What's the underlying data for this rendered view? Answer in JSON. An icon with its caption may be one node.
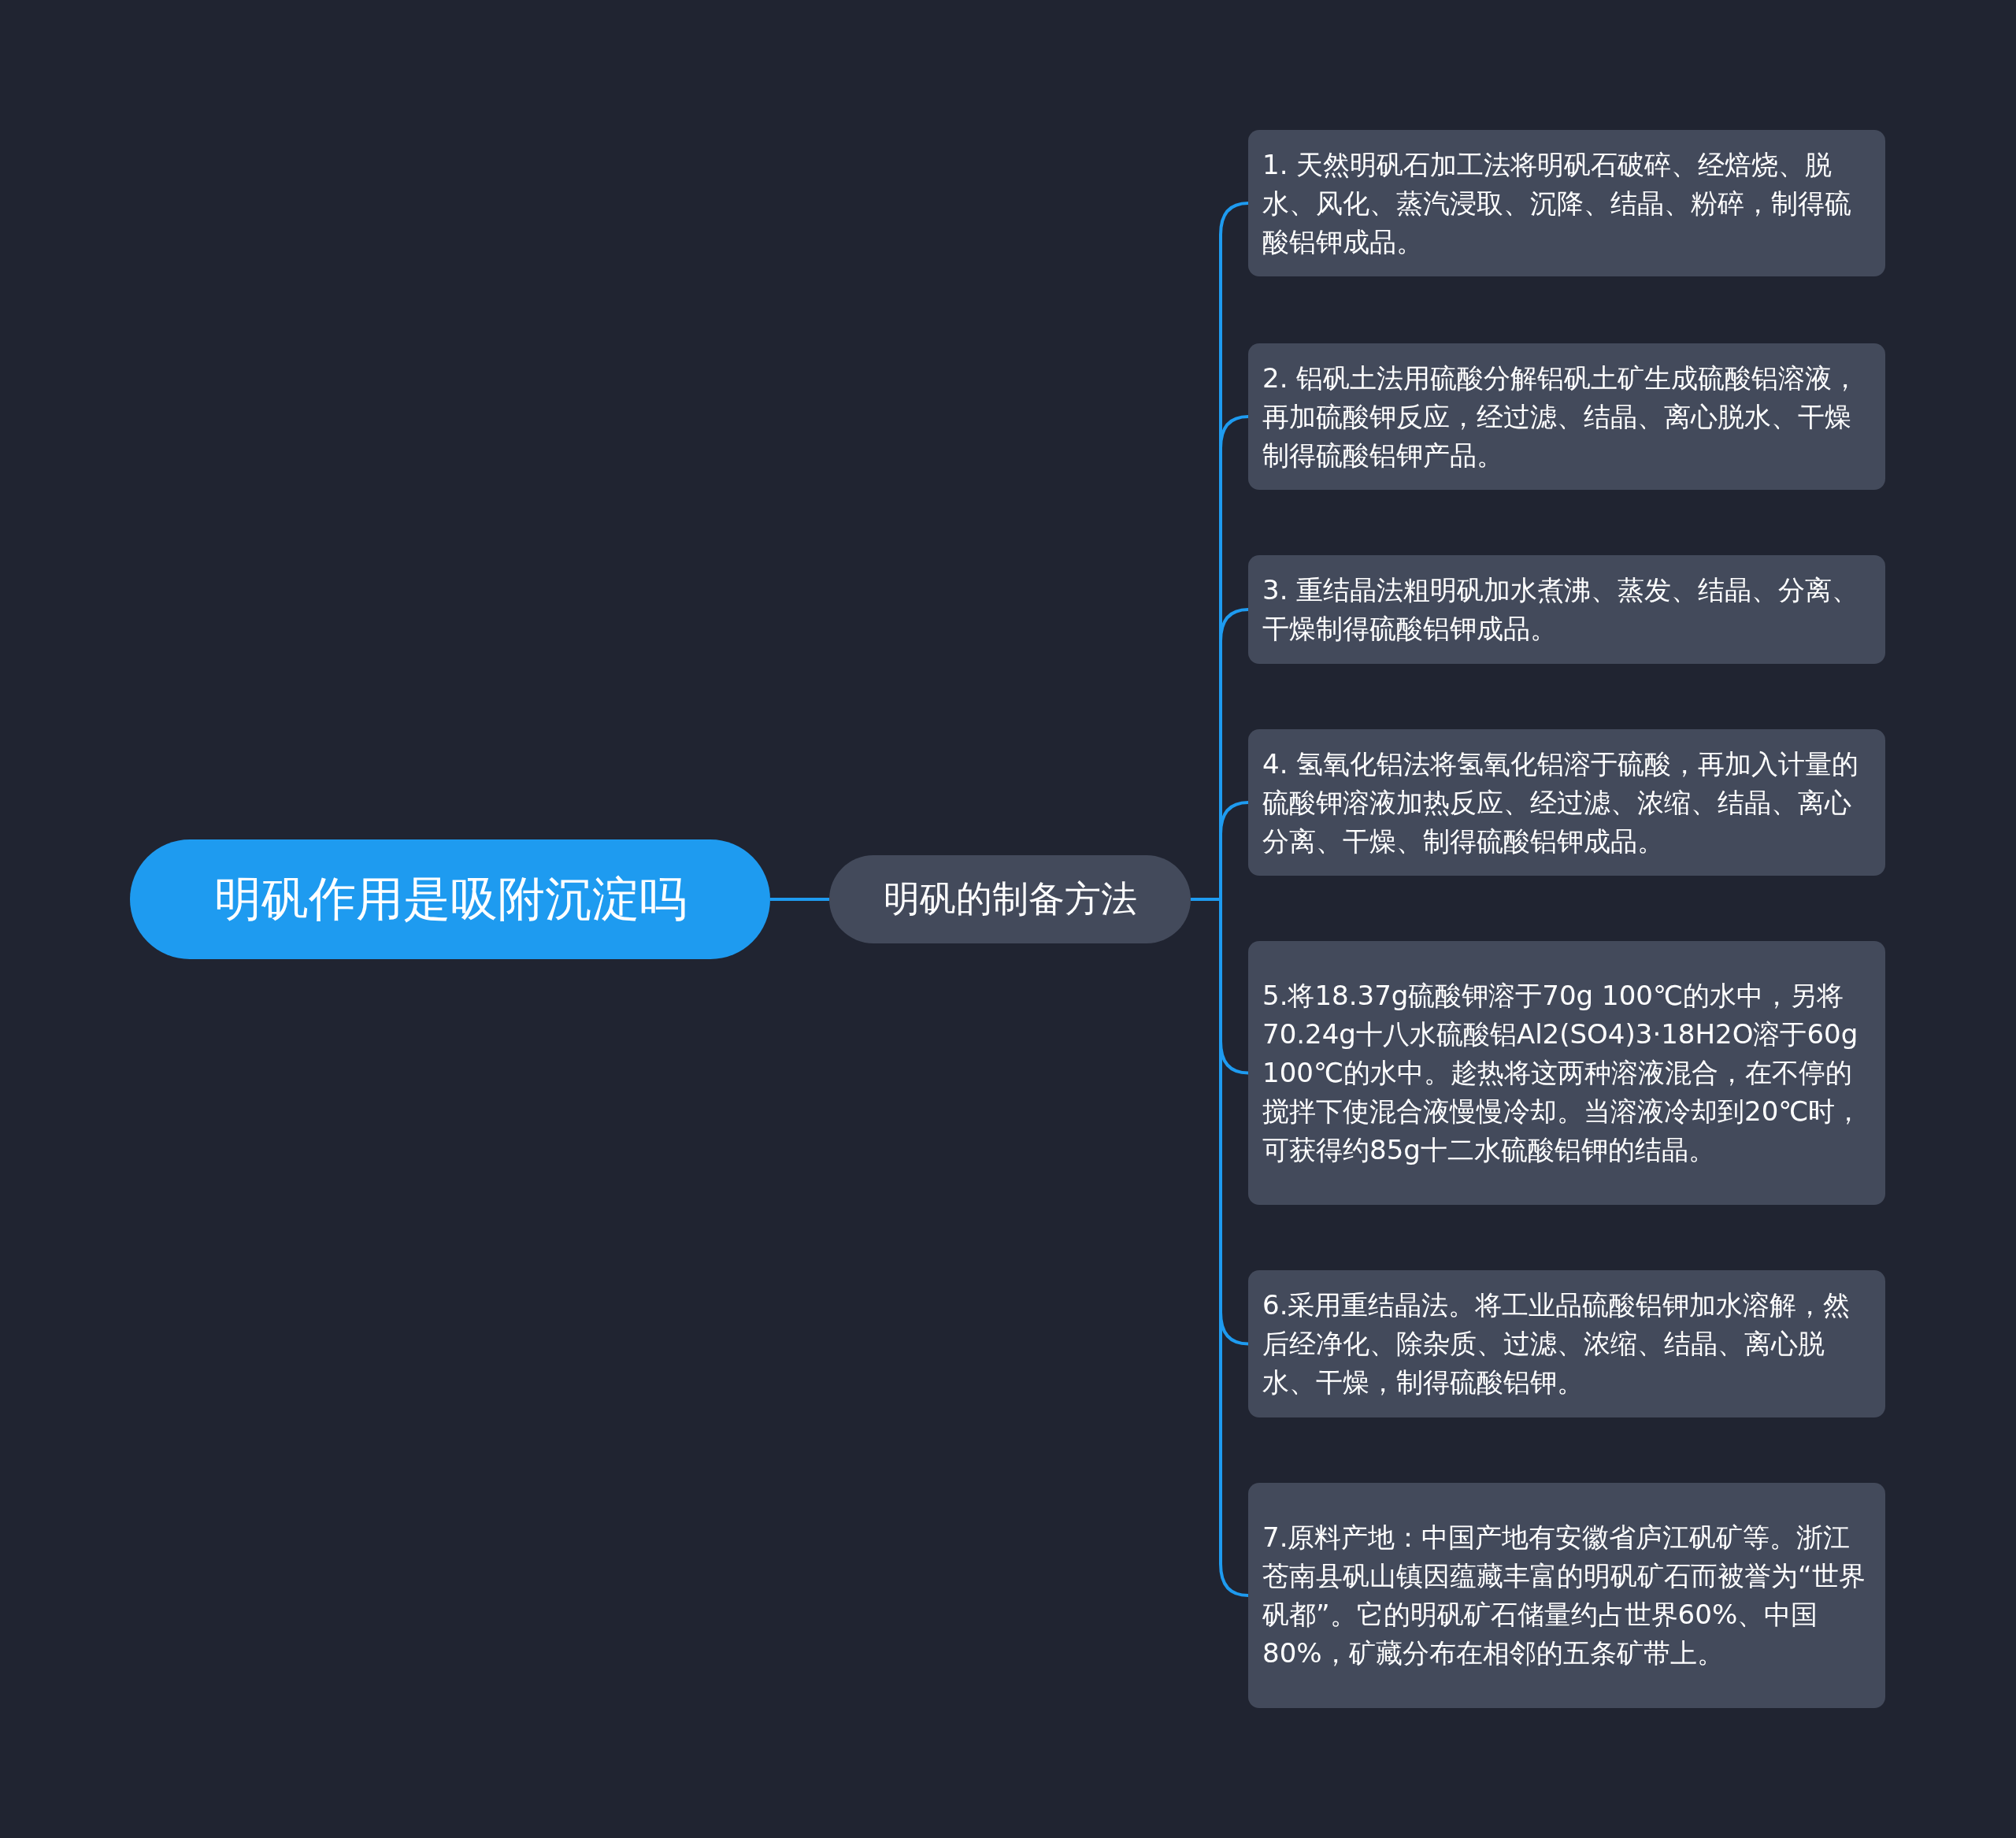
{
  "diagram": {
    "nodes": [
      {
        "text": [
          "明矾作用是吸附沉淀吗"
        ]
      },
      {
        "text": [
          "明矾的制备方法"
        ]
      },
      {
        "text": [
          "1.  天然明矾石加工法将明矾石破碎、经焙烧、脱水、风化、蒸汽浸取、沉降、结晶、粉碎，制得硫酸铝钾成品。"
        ]
      },
      {
        "text": [
          "2.  铝矾土法用硫酸分解铝矾土矿生成硫酸铝溶液，再加硫酸钾反应，经过滤、结晶、离心脱水、干燥制得硫酸铝钾产品。"
        ]
      },
      {
        "text": [
          "3.  重结晶法粗明矾加水煮沸、蒸发、结晶、分离、干燥制得硫酸铝钾成品。"
        ]
      },
      {
        "text": [
          "4.  氢氧化铝法将氢氧化铝溶于硫酸，再加入计量的硫酸钾溶液加热反应、经过滤、浓缩、结晶、离心分离、干燥、制得硫酸铝钾成品。"
        ]
      },
      {
        "text": [
          "5.将18.37g硫酸钾溶于70g 100℃的水中，另将70.24g十八水硫酸铝Al2(SO4)3·18H2O溶于60g 100℃的水中。趁热将这两种溶液混合，在不停的搅拌下使混合液慢慢冷却。当溶液冷却到20℃时，可获得约85g十二水硫酸铝钾的结晶。"
        ]
      },
      {
        "text": [
          "6.采用重结晶法。将工业品硫酸铝钾加水溶解，然后经净化、除杂质、过滤、浓缩、结晶、离心脱水、干燥，制得硫酸铝钾。"
        ]
      },
      {
        "text": [
          "7.原料产地：中国产地有安徽省庐江矾矿等。浙江苍南县矾山镇因蕴藏丰富的明矾矿石而被誉为“世界矾都”。它的明矾矿石储量约占世界60%、中国80%，矿藏分布在相邻的五条矿带上。"
        ]
      }
    ],
    "edges": [
      {
        "from": 0,
        "to": 1,
        "arrow": "none"
      },
      {
        "from": 1,
        "to": 2,
        "arrow": "none"
      },
      {
        "from": 1,
        "to": 3,
        "arrow": "none"
      },
      {
        "from": 1,
        "to": 4,
        "arrow": "none"
      },
      {
        "from": 1,
        "to": 5,
        "arrow": "none"
      },
      {
        "from": 1,
        "to": 6,
        "arrow": "none"
      },
      {
        "from": 1,
        "to": 7,
        "arrow": "none"
      },
      {
        "from": 1,
        "to": 8,
        "arrow": "none"
      }
    ]
  }
}
